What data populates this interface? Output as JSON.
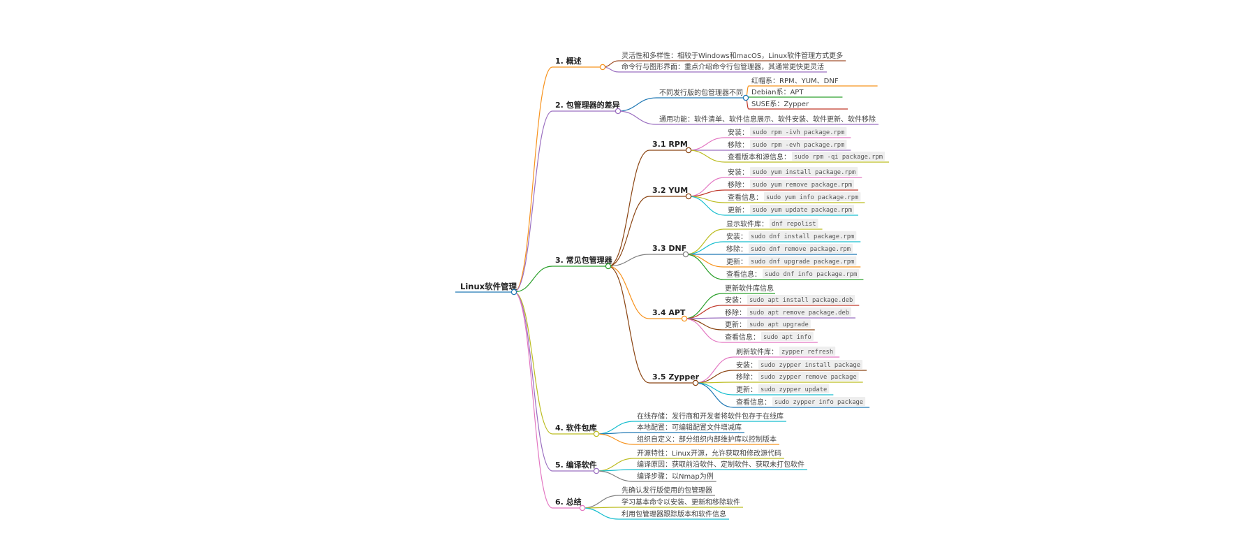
{
  "root": {
    "label": "Linux软件管理"
  },
  "branches": [
    {
      "label": "1. 概述",
      "color": "#f7931e",
      "children": [
        {
          "label": "灵活性和多样性：相较于Windows和macOS，Linux软件管理方式更多",
          "color": "#a0522d"
        },
        {
          "label": "命令行与图形界面：重点介绍命令行包管理器，其通常更快更灵活",
          "color": "#9b6fc0"
        }
      ]
    },
    {
      "label": "2. 包管理器的差异",
      "color": "#9b6fc0",
      "children": [
        {
          "label": "不同发行版的包管理器不同",
          "color": "#1f78b4",
          "children": [
            {
              "label": "红帽系：RPM、YUM、DNF",
              "color": "#f7931e"
            },
            {
              "label": "Debian系：APT",
              "color": "#2ca02c"
            },
            {
              "label": "SUSE系：Zypper",
              "color": "#c0392b"
            }
          ]
        },
        {
          "label": "通用功能：软件清单、软件信息展示、软件安装、软件更新、软件移除",
          "color": "#9b6fc0"
        }
      ]
    },
    {
      "label": "3. 常见包管理器",
      "color": "#2ca02c",
      "children": [
        {
          "label": "3.1 RPM",
          "color": "#8b4513",
          "children": [
            {
              "label": "安装：",
              "code": "sudo rpm -ivh package.rpm",
              "color": "#e377c2"
            },
            {
              "label": "移除：",
              "code": "sudo rpm -evh package.rpm",
              "color": "#9b6fc0"
            },
            {
              "label": "查看版本和源信息：",
              "code": "sudo rpm -qi package.rpm",
              "color": "#bcbd22"
            }
          ]
        },
        {
          "label": "3.2 YUM",
          "color": "#8b4513",
          "children": [
            {
              "label": "安装：",
              "code": "sudo yum install package.rpm",
              "color": "#e377c2"
            },
            {
              "label": "移除：",
              "code": "sudo yum remove package.rpm",
              "color": "#c0392b"
            },
            {
              "label": "查看信息：",
              "code": "sudo yum info package.rpm",
              "color": "#bcbd22"
            },
            {
              "label": "更新：",
              "code": "sudo yum update package.rpm",
              "color": "#17becf"
            }
          ]
        },
        {
          "label": "3.3 DNF",
          "color": "#7f7f7f",
          "children": [
            {
              "label": "显示软件库：",
              "code": "dnf repolist",
              "color": "#bcbd22"
            },
            {
              "label": "安装：",
              "code": "sudo dnf install package.rpm",
              "color": "#17becf"
            },
            {
              "label": "移除：",
              "code": "sudo dnf remove package.rpm",
              "color": "#1f78b4"
            },
            {
              "label": "更新：",
              "code": "sudo dnf upgrade package.rpm",
              "color": "#f7931e"
            },
            {
              "label": "查看信息：",
              "code": "sudo dnf info package.rpm",
              "color": "#2ca02c"
            }
          ]
        },
        {
          "label": "3.4 APT",
          "color": "#f7931e",
          "children": [
            {
              "label": "更新软件库信息",
              "code": "",
              "color": "#2ca02c"
            },
            {
              "label": "安装：",
              "code": "sudo apt install package.deb",
              "color": "#c0392b"
            },
            {
              "label": "移除：",
              "code": "sudo apt remove package.deb",
              "color": "#9b6fc0"
            },
            {
              "label": "更新：",
              "code": "sudo apt upgrade",
              "color": "#8b4513"
            },
            {
              "label": "查看信息：",
              "code": "sudo apt info",
              "color": "#e377c2"
            }
          ]
        },
        {
          "label": "3.5 Zypper",
          "color": "#8b4513",
          "children": [
            {
              "label": "刷新软件库：",
              "code": "zypper refresh",
              "color": "#e377c2"
            },
            {
              "label": "安装：",
              "code": "sudo zypper install package",
              "color": "#8b4513"
            },
            {
              "label": "移除：",
              "code": "sudo zypper remove package",
              "color": "#bcbd22"
            },
            {
              "label": "更新：",
              "code": "sudo zypper update",
              "color": "#17becf"
            },
            {
              "label": "查看信息：",
              "code": "sudo zypper info package",
              "color": "#1f78b4"
            }
          ]
        }
      ]
    },
    {
      "label": "4. 软件包库",
      "color": "#bcbd22",
      "children": [
        {
          "label": "在线存储：发行商和开发者将软件包存于在线库",
          "color": "#17becf"
        },
        {
          "label": "本地配置：可编辑配置文件增减库",
          "color": "#1f78b4"
        },
        {
          "label": "组织自定义：部分组织内部维护库以控制版本",
          "color": "#f7931e"
        }
      ]
    },
    {
      "label": "5. 编译软件",
      "color": "#9b6fc0",
      "children": [
        {
          "label": "开源特性：Linux开源，允许获取和修改源代码",
          "color": "#bcbd22"
        },
        {
          "label": "编译原因：获取前沿软件、定制软件、获取未打包软件",
          "color": "#17becf"
        },
        {
          "label": "编译步骤：以Nmap为例",
          "color": "#7f7f7f"
        }
      ]
    },
    {
      "label": "6. 总结",
      "color": "#e377c2",
      "children": [
        {
          "label": "先确认发行版使用的包管理器",
          "color": "#7f7f7f"
        },
        {
          "label": "学习基本命令以安装、更新和移除软件",
          "color": "#bcbd22"
        },
        {
          "label": "利用包管理器跟踪版本和软件信息",
          "color": "#17becf"
        }
      ]
    }
  ]
}
